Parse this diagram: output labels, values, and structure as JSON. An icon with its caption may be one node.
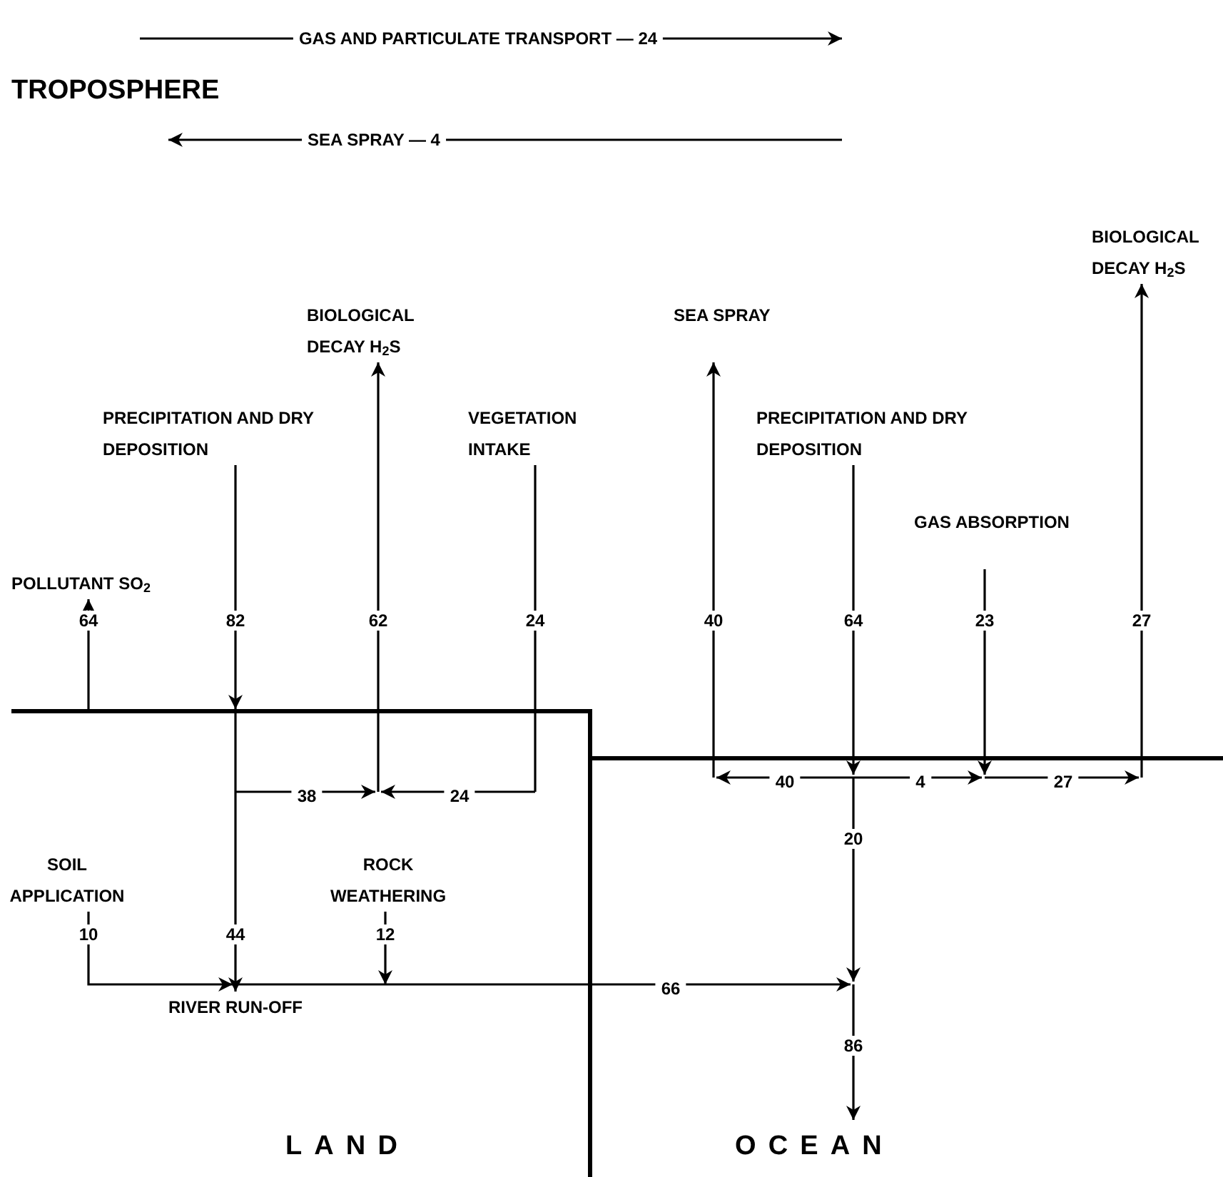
{
  "diagram": {
    "nodes": [
      {
        "text": [
          "LAND"
        ]
      },
      {
        "text": [
          "OCEAN"
        ]
      },
      {
        "text": [
          "GAS AND PARTICULATE TRANSPORT — 24"
        ]
      },
      {
        "text": [
          "SEA SPRAY — 4"
        ]
      },
      {
        "text": [
          "POLLUTANT SO$_{2}$"
        ]
      },
      {
        "text": [
          "PRECIPITATION AND DRY DEPOSITION"
        ]
      },
      {
        "text": [
          "BIOLOGICAL DECAY H$_{2}$S"
        ]
      },
      {
        "text": [
          "VEGETATION INTAKE"
        ]
      },
      {
        "text": [
          "SEA SPRAY"
        ]
      },
      {
        "text": [
          "PRECIPITATION AND DRY DEPOSITION"
        ]
      },
      {
        "text": [
          "GAS ABSORPTION"
        ]
      },
      {
        "text": [
          "BIOLOGICAL DECAY H$_{2}$S"
        ]
      },
      {
        "text": [
          "64"
        ]
      },
      {
        "text": [
          "82"
        ]
      },
      {
        "text": [
          "62"
        ]
      },
      {
        "text": [
          "24"
        ]
      },
      {
        "text": [
          "40"
        ]
      },
      {
        "text": [
          "64"
        ]
      },
      {
        "text": [
          "23"
        ]
      },
      {
        "text": [
          "27"
        ]
      },
      {
        "text": [
          "38"
        ],
        "in": 0
      },
      {
        "text": [
          "24"
        ],
        "in": 0
      },
      {
        "text": [
          "40"
        ],
        "in": 1
      },
      {
        "text": [
          "4"
        ],
        "in": 1
      },
      {
        "text": [
          "27"
        ],
        "in": 1
      },
      {
        "text": [
          "20"
        ],
        "in": 1
      },
      {
        "text": [
          "SOIL APPLICATION"
        ],
        "in": 0
      },
      {
        "text": [
          "ROCK WEATHERING"
        ],
        "in": 0
      },
      {
        "text": [
          "10"
        ],
        "in": 0
      },
      {
        "text": [
          "44"
        ],
        "in": 0
      },
      {
        "text": [
          "12"
        ],
        "in": 0
      },
      {
        "text": [
          "66"
        ],
        "in": 1
      },
      {
        "text": [
          "86"
        ],
        "in": 1
      },
      {
        "text": [
          "RIVER RUN-OFF"
        ],
        "in": 0
      }
    ],
    "edges": [
      {
        "from": null,
        "to": 2,
        "arrow": "none"
      },
      {
        "from": 2,
        "to": null,
        "arrow": "to"
      },
      {
        "from": null,
        "to": 3,
        "arrow": "none"
      },
      {
        "from": 3,
        "to": null,
        "arrow": "to"
      },
      {
        "from": 0,
        "to": 12,
        "arrow": "none"
      },
      {
        "from": 12,
        "to": 4,
        "arrow": "to"
      },
      {
        "from": 5,
        "to": 13,
        "arrow": "none"
      },
      {
        "from": 13,
        "to": 0,
        "arrow": "to"
      },
      {
        "from": null,
        "to": 14,
        "arrow": "none"
      },
      {
        "from": 14,
        "to": 6,
        "arrow": "to"
      },
      {
        "from": 7,
        "to": 15,
        "arrow": "none"
      },
      {
        "from": 15,
        "to": 0,
        "arrow": "none"
      },
      {
        "from": null,
        "to": 20,
        "arrow": "none"
      },
      {
        "from": 20,
        "to": null,
        "arrow": "to"
      },
      {
        "from": null,
        "to": 21,
        "arrow": "none"
      },
      {
        "from": 21,
        "to": null,
        "arrow": "to"
      },
      {
        "from": null,
        "to": 29,
        "arrow": "none"
      },
      {
        "from": 29,
        "to": 33,
        "arrow": "to"
      },
      {
        "from": 26,
        "to": 28,
        "arrow": "none"
      },
      {
        "from": 28,
        "to": 33,
        "arrow": "to"
      },
      {
        "from": 27,
        "to": 30,
        "arrow": "none"
      },
      {
        "from": 30,
        "to": null,
        "arrow": "to"
      },
      {
        "from": 33,
        "to": 31,
        "arrow": "none"
      },
      {
        "from": 31,
        "to": null,
        "arrow": "to"
      },
      {
        "from": null,
        "to": 16,
        "arrow": "none"
      },
      {
        "from": 16,
        "to": 8,
        "arrow": "to"
      },
      {
        "from": 9,
        "to": 17,
        "arrow": "none"
      },
      {
        "from": 17,
        "to": 1,
        "arrow": "to"
      },
      {
        "from": 10,
        "to": 18,
        "arrow": "none"
      },
      {
        "from": 18,
        "to": 1,
        "arrow": "to"
      },
      {
        "from": null,
        "to": 19,
        "arrow": "none"
      },
      {
        "from": 19,
        "to": 11,
        "arrow": "to"
      },
      {
        "from": null,
        "to": 22,
        "arrow": "none"
      },
      {
        "from": 22,
        "to": null,
        "arrow": "to"
      },
      {
        "from": null,
        "to": 23,
        "arrow": "none"
      },
      {
        "from": 23,
        "to": null,
        "arrow": "to"
      },
      {
        "from": null,
        "to": 24,
        "arrow": "none"
      },
      {
        "from": 24,
        "to": null,
        "arrow": "to"
      },
      {
        "from": null,
        "to": 25,
        "arrow": "none"
      },
      {
        "from": 25,
        "to": null,
        "arrow": "to"
      },
      {
        "from": null,
        "to": 32,
        "arrow": "none"
      },
      {
        "from": 32,
        "to": null,
        "arrow": "to"
      }
    ],
    "labels": [
      "TROPOSPHERE"
    ]
  }
}
